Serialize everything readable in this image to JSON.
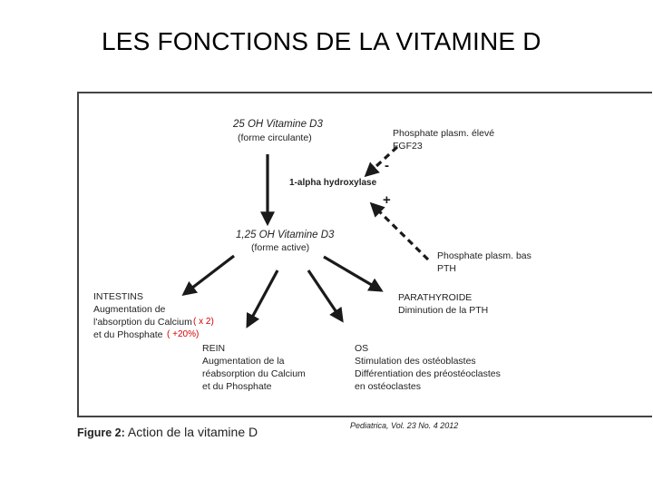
{
  "slide_title": "LES FONCTIONS DE LA VITAMINE D",
  "diagram": {
    "vitd_25": {
      "name": "25 OH Vitamine D3",
      "desc": "(forme circulante)"
    },
    "hydroxylase": "1-alpha hydroxylase",
    "vitd_125": {
      "name": "1,25 OH Vitamine D3",
      "desc": "(forme active)"
    },
    "inhibitor": {
      "line1": "Phosphate plasm. élevé",
      "line2": "FGF23",
      "sign": "-"
    },
    "activator": {
      "line1": "Phosphate plasm. bas",
      "line2": "PTH",
      "sign": "+"
    },
    "intestins": {
      "title": "INTESTINS",
      "lines": [
        "Augmentation de",
        "l'absorption du Calcium",
        "et du Phosphate"
      ],
      "calcium_note": "( x 2)",
      "phosphate_note": "( +20%)"
    },
    "rein": {
      "title": "REIN",
      "lines": [
        "Augmentation de la",
        "réabsorption du Calcium",
        "et du Phosphate"
      ]
    },
    "os": {
      "title": "OS",
      "lines": [
        "Stimulation des ostéoblastes",
        "Différentiation des préostéoclastes",
        "en ostéoclastes"
      ]
    },
    "parathyroide": {
      "title": "PARATHYROIDE",
      "lines": [
        "Diminution de la PTH"
      ]
    }
  },
  "caption": {
    "label": "Figure 2:",
    "text": "Action de la vitamine D"
  },
  "citation": "Pediatrica, Vol. 23 No. 4 2012",
  "colors": {
    "annotation": "#d40000",
    "arrow": "#1a1a1a",
    "frame": "#444444"
  }
}
